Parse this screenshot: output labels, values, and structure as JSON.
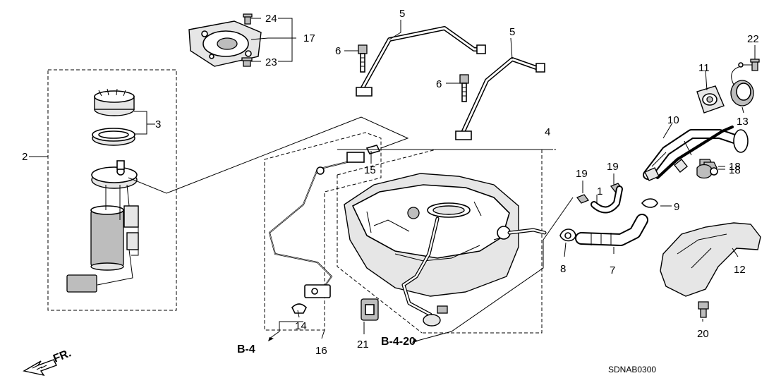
{
  "callouts": [
    {
      "id": "c1",
      "label": "1"
    },
    {
      "id": "c2",
      "label": "2"
    },
    {
      "id": "c3",
      "label": "3"
    },
    {
      "id": "c4",
      "label": "4"
    },
    {
      "id": "c5a",
      "label": "5"
    },
    {
      "id": "c5b",
      "label": "5"
    },
    {
      "id": "c6a",
      "label": "6"
    },
    {
      "id": "c6b",
      "label": "6"
    },
    {
      "id": "c7",
      "label": "7"
    },
    {
      "id": "c8",
      "label": "8"
    },
    {
      "id": "c9",
      "label": "9"
    },
    {
      "id": "c10",
      "label": "10"
    },
    {
      "id": "c11",
      "label": "11"
    },
    {
      "id": "c12",
      "label": "12"
    },
    {
      "id": "c13",
      "label": "13"
    },
    {
      "id": "c14",
      "label": "14"
    },
    {
      "id": "c15",
      "label": "15"
    },
    {
      "id": "c16",
      "label": "16"
    },
    {
      "id": "c17",
      "label": "17"
    },
    {
      "id": "c18a",
      "label": "18"
    },
    {
      "id": "c18b",
      "label": "18"
    },
    {
      "id": "c19a",
      "label": "19"
    },
    {
      "id": "c19b",
      "label": "19"
    },
    {
      "id": "c20",
      "label": "20"
    },
    {
      "id": "c21",
      "label": "21"
    },
    {
      "id": "c22",
      "label": "22"
    },
    {
      "id": "c23",
      "label": "23"
    },
    {
      "id": "c24",
      "label": "24"
    }
  ],
  "references": {
    "b4": "B-4",
    "b420": "B-4-20"
  },
  "front_label": "FR.",
  "diagram_code": "SDNAB0300"
}
